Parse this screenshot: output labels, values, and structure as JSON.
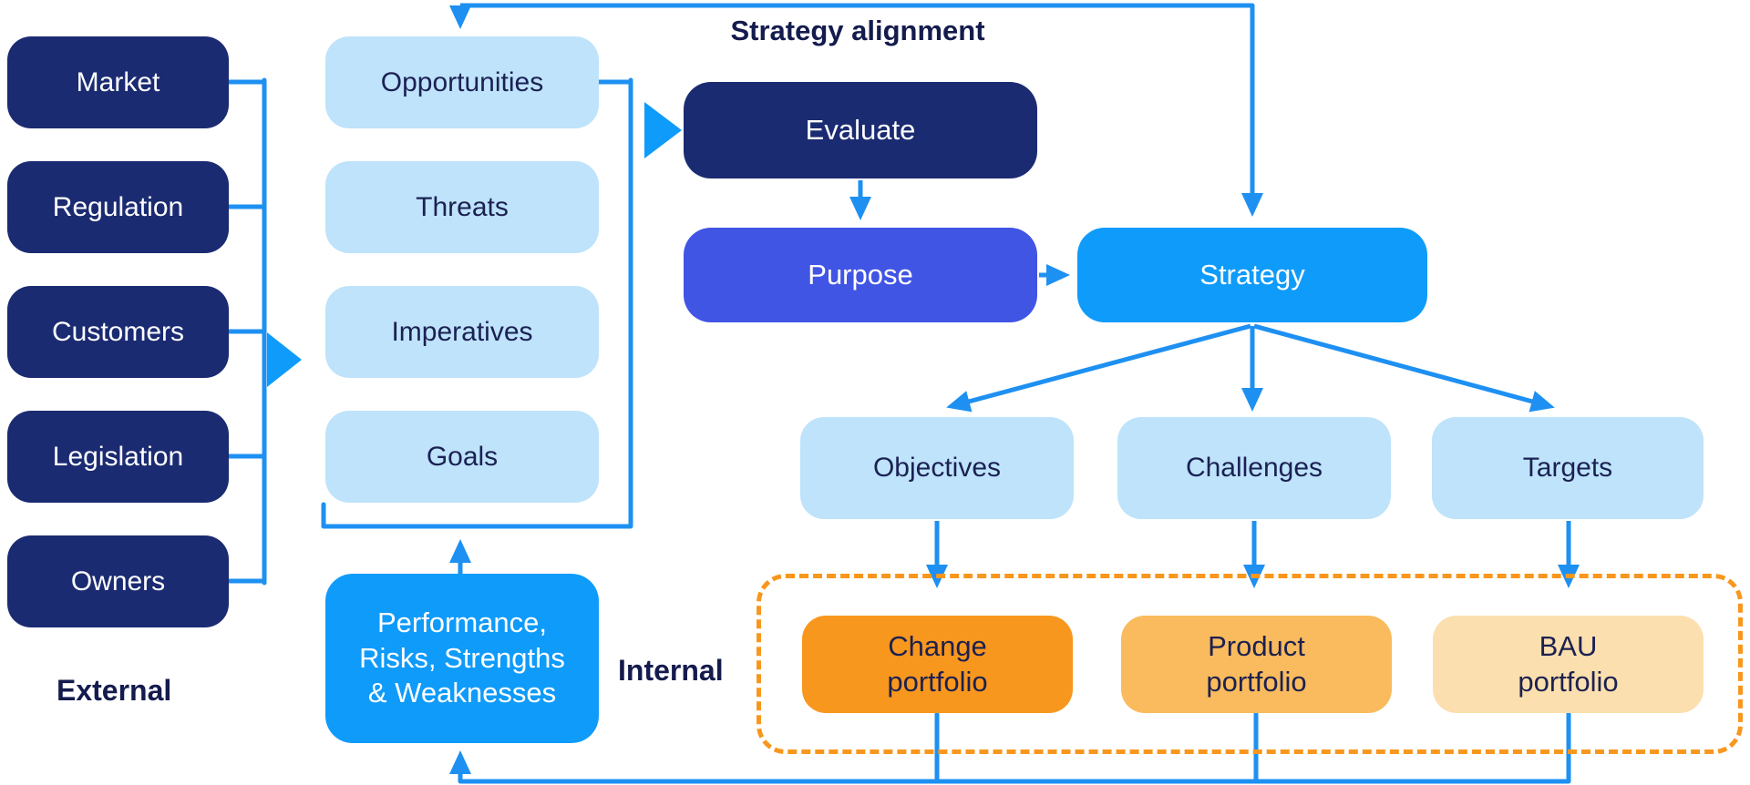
{
  "diagram": {
    "title": "Strategy alignment",
    "external": {
      "label": "External",
      "items": [
        {
          "label": "Market"
        },
        {
          "label": "Regulation"
        },
        {
          "label": "Customers"
        },
        {
          "label": "Legislation"
        },
        {
          "label": "Owners"
        }
      ]
    },
    "internal": {
      "label": "Internal",
      "items": [
        {
          "label": "Opportunities"
        },
        {
          "label": "Threats"
        },
        {
          "label": "Imperatives"
        },
        {
          "label": "Goals"
        }
      ],
      "swot_box": "Performance, Risks, Strengths & Weaknesses"
    },
    "flow": {
      "evaluate": "Evaluate",
      "purpose": "Purpose",
      "strategy": "Strategy"
    },
    "strategy_outputs": [
      {
        "label": "Objectives"
      },
      {
        "label": "Challenges"
      },
      {
        "label": "Targets"
      }
    ],
    "portfolios": [
      {
        "label": "Change portfolio"
      },
      {
        "label": "Product portfolio"
      },
      {
        "label": "BAU portfolio"
      }
    ],
    "colors": {
      "navy_box": "#1b2b72",
      "light_blue_box": "#bee3fb",
      "bright_blue": "#0f9bfa",
      "royal_blue": "#4155e4",
      "connector_blue": "#1e90f2",
      "navy_text": "#141b4d",
      "orange": "#f8971d",
      "orange_light": "#f9bb5d",
      "orange_pale": "#fcdfae"
    }
  }
}
